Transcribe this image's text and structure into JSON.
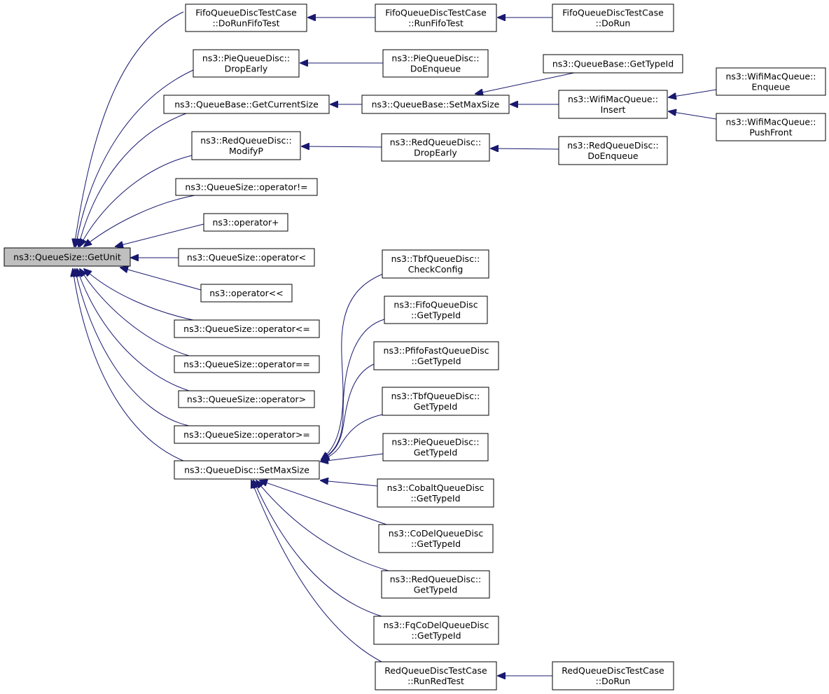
{
  "colors": {
    "edge": "#191970",
    "root_fill": "#bfbfbf",
    "node_fill": "#ffffff",
    "border": "#000000"
  },
  "nodes": {
    "root": [
      "ns3::QueueSize::GetUnit"
    ],
    "fifo_dorunfifotest": [
      "FifoQueueDiscTestCase",
      "::DoRunFifoTest"
    ],
    "fifo_runfifotest": [
      "FifoQueueDiscTestCase",
      "::RunFifoTest"
    ],
    "fifo_dorun": [
      "FifoQueueDiscTestCase",
      "::DoRun"
    ],
    "pie_dropearly": [
      "ns3::PieQueueDisc::",
      "DropEarly"
    ],
    "pie_doenqueue": [
      "ns3::PieQueueDisc::",
      "DoEnqueue"
    ],
    "qb_getcurrentsize": [
      "ns3::QueueBase::GetCurrentSize"
    ],
    "qb_setmaxsize": [
      "ns3::QueueBase::SetMaxSize"
    ],
    "qb_gettypeid": [
      "ns3::QueueBase::GetTypeId"
    ],
    "wifi_insert": [
      "ns3::WifiMacQueue::",
      "Insert"
    ],
    "wifi_enqueue": [
      "ns3::WifiMacQueue::",
      "Enqueue"
    ],
    "wifi_pushfront": [
      "ns3::WifiMacQueue::",
      "PushFront"
    ],
    "red_modifyp": [
      "ns3::RedQueueDisc::",
      "ModifyP"
    ],
    "red_dropearly": [
      "ns3::RedQueueDisc::",
      "DropEarly"
    ],
    "red_doenqueue": [
      "ns3::RedQueueDisc::",
      "DoEnqueue"
    ],
    "qs_op_ne": [
      "ns3::QueueSize::operator!="
    ],
    "op_plus": [
      "ns3::operator+"
    ],
    "qs_op_lt": [
      "ns3::QueueSize::operator<"
    ],
    "op_shl": [
      "ns3::operator<<"
    ],
    "qs_op_le": [
      "ns3::QueueSize::operator<="
    ],
    "qs_op_eq": [
      "ns3::QueueSize::operator=="
    ],
    "qs_op_gt": [
      "ns3::QueueSize::operator>"
    ],
    "qs_op_ge": [
      "ns3::QueueSize::operator>="
    ],
    "qd_setmaxsize": [
      "ns3::QueueDisc::SetMaxSize"
    ],
    "tbf_checkconfig": [
      "ns3::TbfQueueDisc::",
      "CheckConfig"
    ],
    "fifoqd_gettypeid": [
      "ns3::FifoQueueDisc",
      "::GetTypeId"
    ],
    "pfifo_gettypeid": [
      "ns3::PfifoFastQueueDisc",
      "::GetTypeId"
    ],
    "tbf_gettypeid": [
      "ns3::TbfQueueDisc::",
      "GetTypeId"
    ],
    "pie_gettypeid": [
      "ns3::PieQueueDisc::",
      "GetTypeId"
    ],
    "cobalt_gettypeid": [
      "ns3::CobaltQueueDisc",
      "::GetTypeId"
    ],
    "codel_gettypeid": [
      "ns3::CoDelQueueDisc",
      "::GetTypeId"
    ],
    "red_gettypeid": [
      "ns3::RedQueueDisc::",
      "GetTypeId"
    ],
    "fqcodel_gettypeid": [
      "ns3::FqCoDelQueueDisc",
      "::GetTypeId"
    ],
    "redtest_runredtest": [
      "RedQueueDiscTestCase",
      "::RunRedTest"
    ],
    "redtest_dorun": [
      "RedQueueDiscTestCase",
      "::DoRun"
    ]
  },
  "edges": [
    [
      "fifo_dorunfifotest",
      "root"
    ],
    [
      "pie_dropearly",
      "root"
    ],
    [
      "qb_getcurrentsize",
      "root"
    ],
    [
      "red_modifyp",
      "root"
    ],
    [
      "qs_op_ne",
      "root"
    ],
    [
      "op_plus",
      "root"
    ],
    [
      "qs_op_lt",
      "root"
    ],
    [
      "op_shl",
      "root"
    ],
    [
      "qs_op_le",
      "root"
    ],
    [
      "qs_op_eq",
      "root"
    ],
    [
      "qs_op_gt",
      "root"
    ],
    [
      "qs_op_ge",
      "root"
    ],
    [
      "qd_setmaxsize",
      "root"
    ],
    [
      "fifo_runfifotest",
      "fifo_dorunfifotest"
    ],
    [
      "fifo_dorun",
      "fifo_runfifotest"
    ],
    [
      "pie_doenqueue",
      "pie_dropearly"
    ],
    [
      "qb_setmaxsize",
      "qb_getcurrentsize"
    ],
    [
      "qb_gettypeid",
      "qb_setmaxsize"
    ],
    [
      "wifi_insert",
      "qb_setmaxsize"
    ],
    [
      "wifi_enqueue",
      "wifi_insert"
    ],
    [
      "wifi_pushfront",
      "wifi_insert"
    ],
    [
      "red_dropearly",
      "red_modifyp"
    ],
    [
      "red_doenqueue",
      "red_dropearly"
    ],
    [
      "tbf_checkconfig",
      "qd_setmaxsize"
    ],
    [
      "fifoqd_gettypeid",
      "qd_setmaxsize"
    ],
    [
      "pfifo_gettypeid",
      "qd_setmaxsize"
    ],
    [
      "tbf_gettypeid",
      "qd_setmaxsize"
    ],
    [
      "pie_gettypeid",
      "qd_setmaxsize"
    ],
    [
      "cobalt_gettypeid",
      "qd_setmaxsize"
    ],
    [
      "codel_gettypeid",
      "qd_setmaxsize"
    ],
    [
      "red_gettypeid",
      "qd_setmaxsize"
    ],
    [
      "fqcodel_gettypeid",
      "qd_setmaxsize"
    ],
    [
      "redtest_runredtest",
      "qd_setmaxsize"
    ],
    [
      "redtest_dorun",
      "redtest_runredtest"
    ]
  ]
}
